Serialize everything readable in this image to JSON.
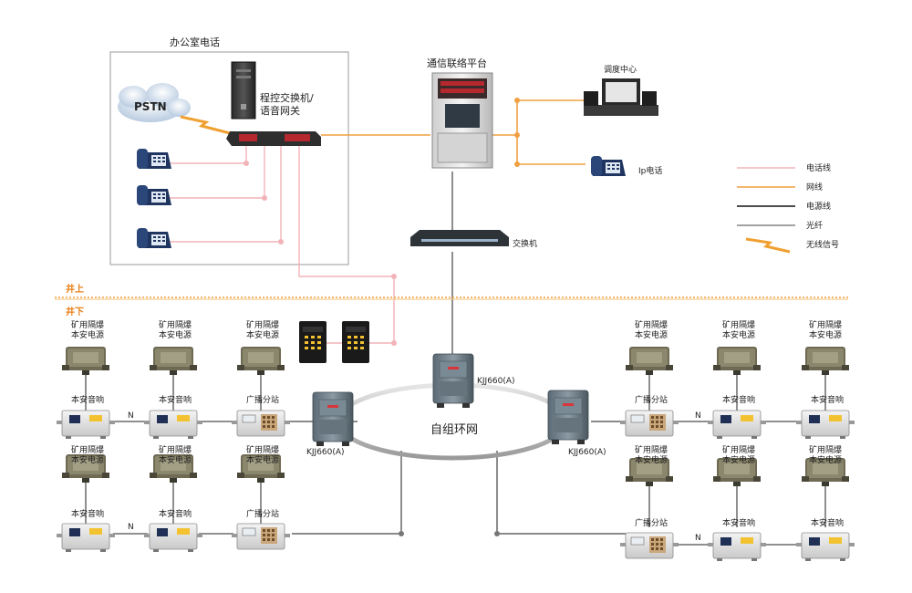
{
  "office_title": "办公室电话",
  "pstn": "PSTN",
  "pbx_line1": "程控交换机/",
  "pbx_line2": "语音网关",
  "platform": "通信联络平台",
  "dispatch": "调度中心",
  "ip_phone": "Ip电话",
  "switch": "交换机",
  "zone_up": "井上",
  "zone_down": "井下",
  "ring": "自组环网",
  "kjj": "KJJ660(A)",
  "ps_line1": "矿用隔爆",
  "ps_line2": "本安电源",
  "speaker": "本安音响",
  "bstation": "广播分站",
  "n": "N",
  "legend": [
    {
      "label": "电话线",
      "color": "#f2b3b8"
    },
    {
      "label": "网线",
      "color": "#f0a040"
    },
    {
      "label": "电源线",
      "color": "#111111"
    },
    {
      "label": "光纤",
      "color": "#444444"
    },
    {
      "label": "无线信号",
      "color": "#f0a030"
    }
  ]
}
